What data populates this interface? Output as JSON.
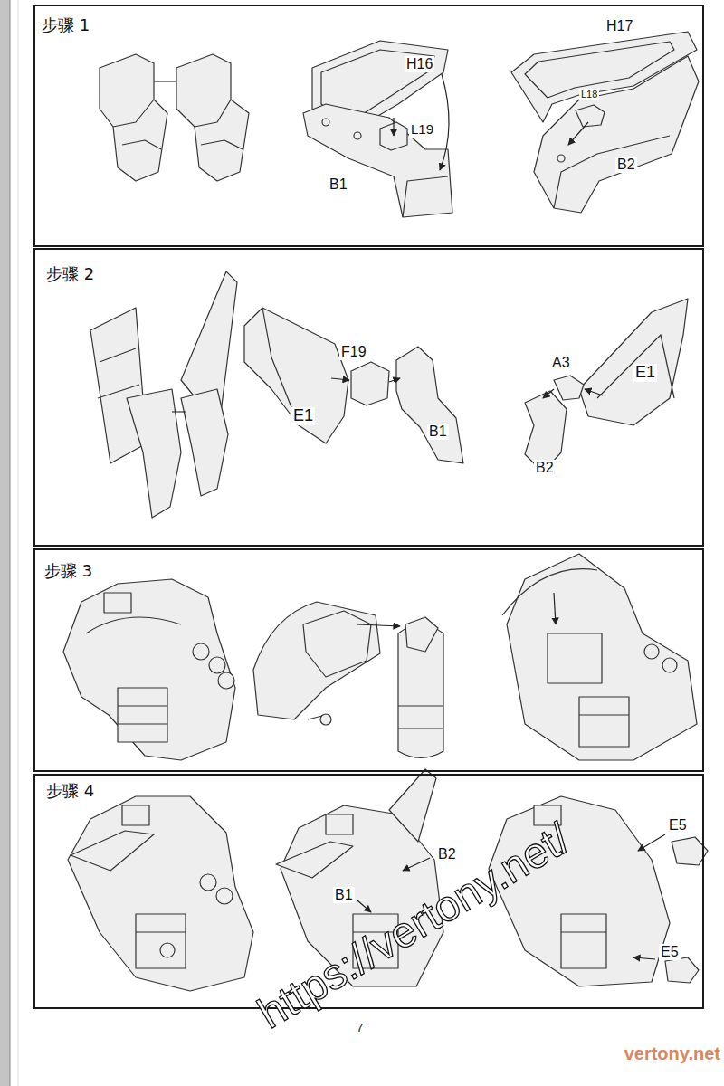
{
  "diagram": {
    "nodes": [
      {
        "text": [
          "步骤 1"
        ]
      },
      {
        "text": [
          "步骤 2"
        ]
      },
      {
        "text": [
          "步骤 3"
        ]
      },
      {
        "text": [
          "步骤 4"
        ]
      }
    ],
    "labels": [
      "H16",
      "L19",
      "B1",
      "H17",
      "L18",
      "B2",
      "F19",
      "E1",
      "B1",
      "A3",
      "E1",
      "B2",
      "B2",
      "B1",
      "E5",
      "E5",
      "https://vertony.net/",
      "7",
      "vertony.net"
    ]
  }
}
